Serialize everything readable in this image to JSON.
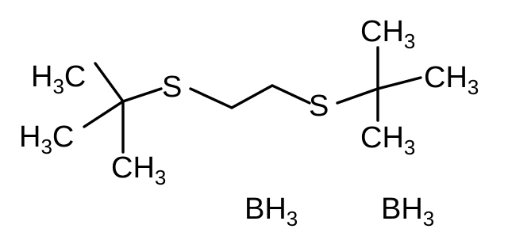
{
  "molecule": {
    "left_group": {
      "methyl_upper": {
        "symbol": "H",
        "count": "3",
        "element": "C"
      },
      "methyl_middle": {
        "symbol": "H",
        "count": "3",
        "element": "C"
      },
      "methyl_lower": {
        "symbol": "CH",
        "count": "3"
      }
    },
    "left_sulfur": "S",
    "right_sulfur": "S",
    "right_group": {
      "methyl_upper": {
        "symbol": "CH",
        "count": "3"
      },
      "methyl_middle": {
        "symbol": "CH",
        "count": "3"
      },
      "methyl_lower": {
        "symbol": "CH",
        "count": "3"
      }
    },
    "borane_1": {
      "symbol": "BH",
      "count": "3"
    },
    "borane_2": {
      "symbol": "BH",
      "count": "3"
    }
  }
}
